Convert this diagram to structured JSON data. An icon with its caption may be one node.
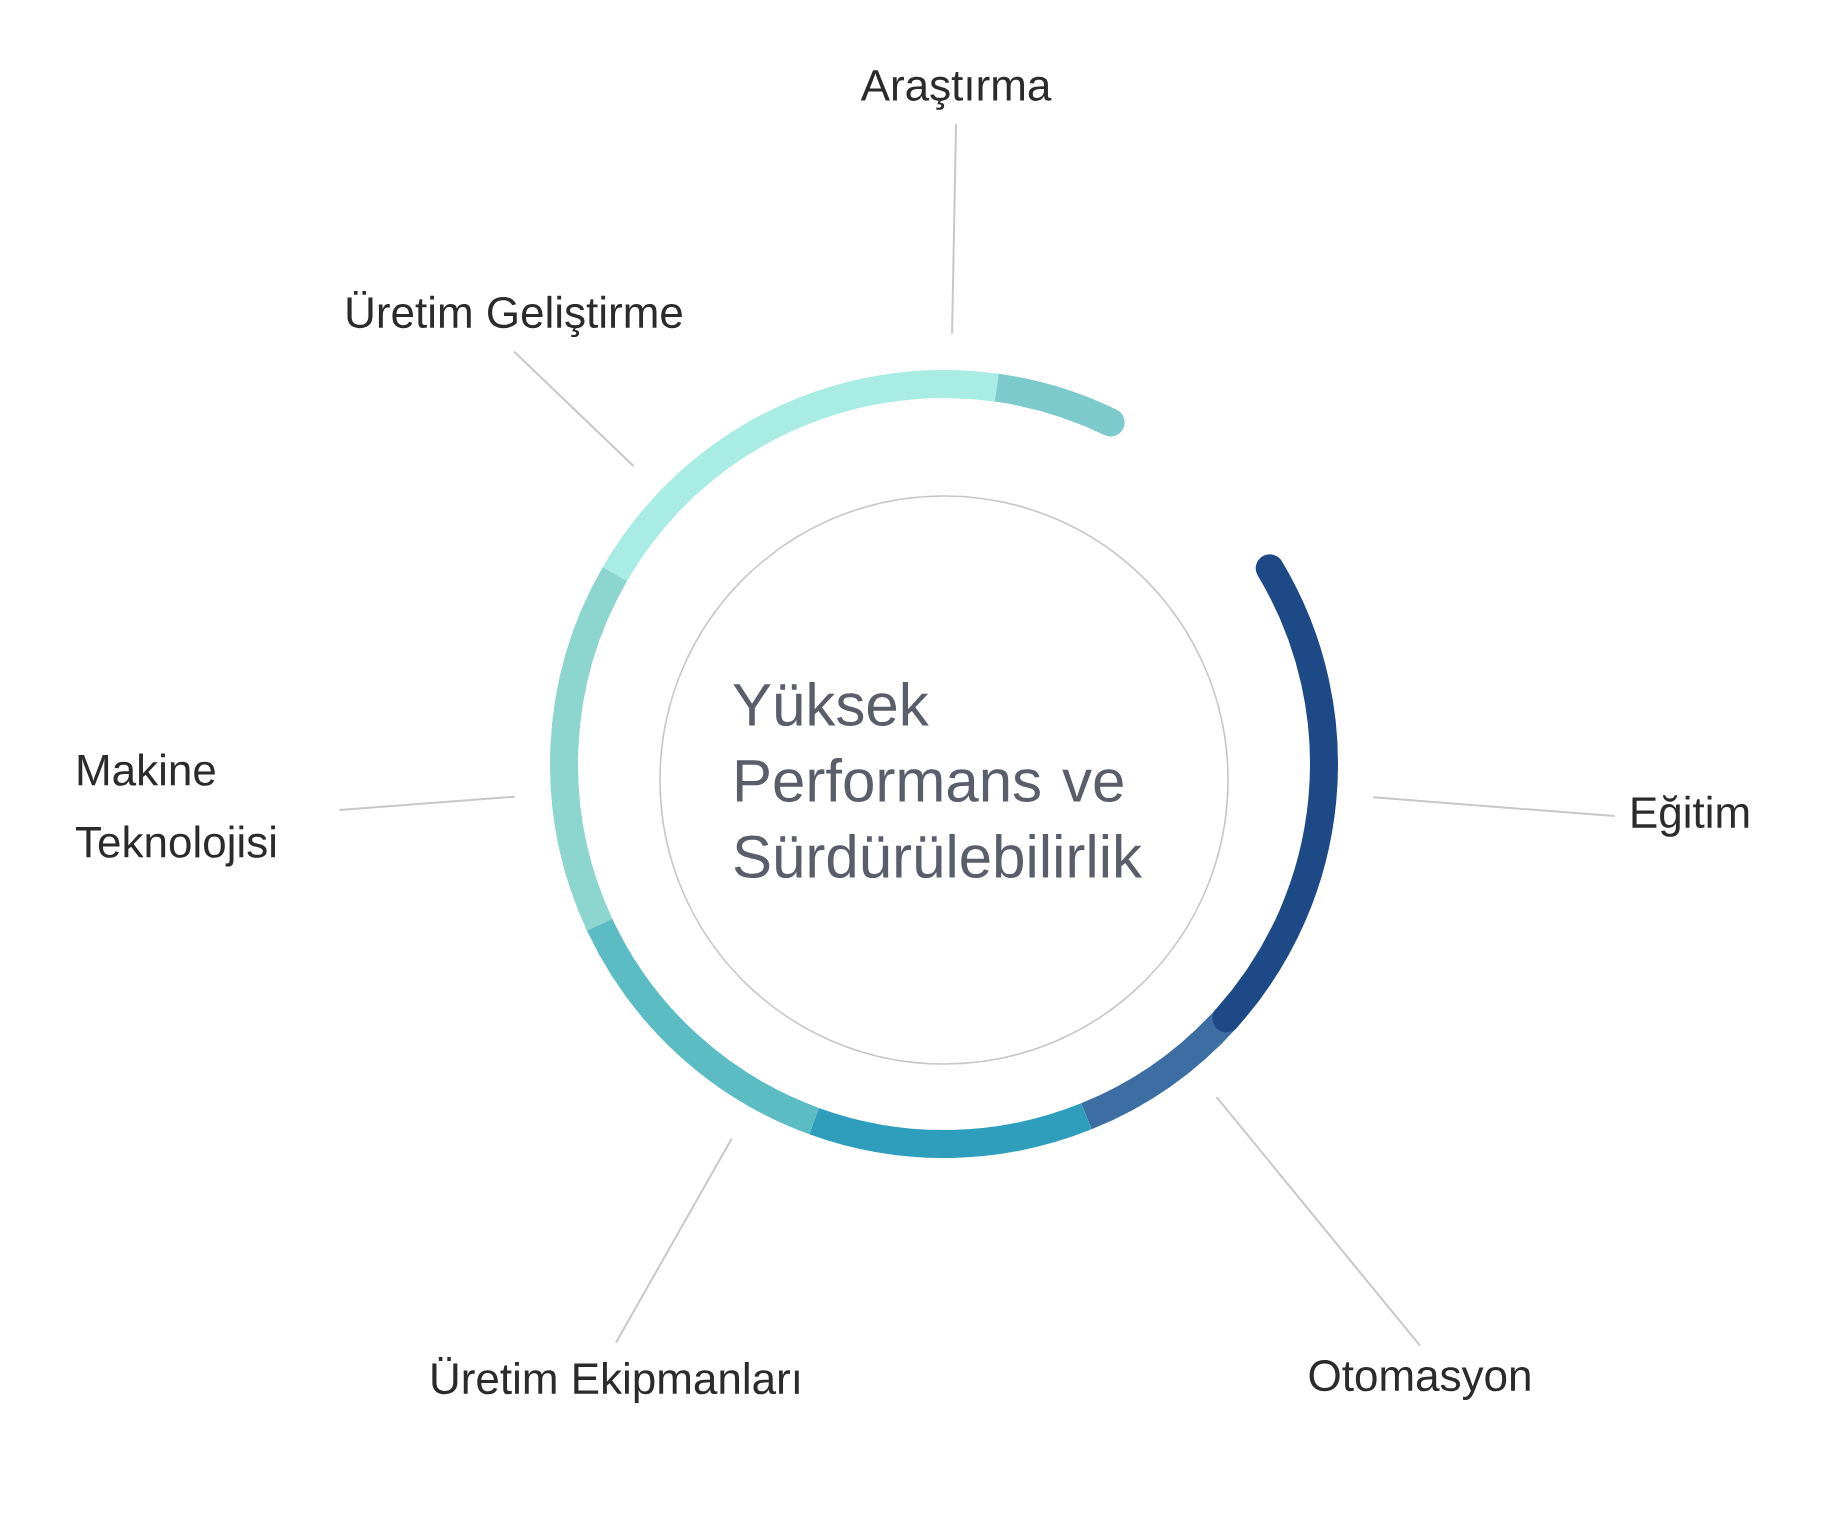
{
  "diagram": {
    "nodes": [
      {
        "text": [
          "Yüksek Performans ve Sürdürülebilirlik"
        ],
        "in": 1
      },
      {
        "text": [],
        "shape": "circle"
      },
      {
        "text": [
          "Araştırma"
        ]
      },
      {
        "text": [
          "Üretim Geliştirme"
        ]
      },
      {
        "text": [
          "Makine Teknolojisi"
        ]
      },
      {
        "text": [
          "Eğitim"
        ]
      },
      {
        "text": [
          "Üretim Ekipmanları"
        ]
      },
      {
        "text": [
          "Otomasyon"
        ]
      }
    ],
    "edges": [
      {
        "from": 2,
        "to": 1,
        "arrow": "none"
      },
      {
        "from": 3,
        "to": 1,
        "arrow": "none"
      },
      {
        "from": 4,
        "to": 1,
        "arrow": "none"
      },
      {
        "from": 5,
        "to": 1,
        "arrow": "none"
      },
      {
        "from": 6,
        "to": 1,
        "arrow": "none"
      },
      {
        "from": 7,
        "to": 1,
        "arrow": "none"
      }
    ]
  }
}
